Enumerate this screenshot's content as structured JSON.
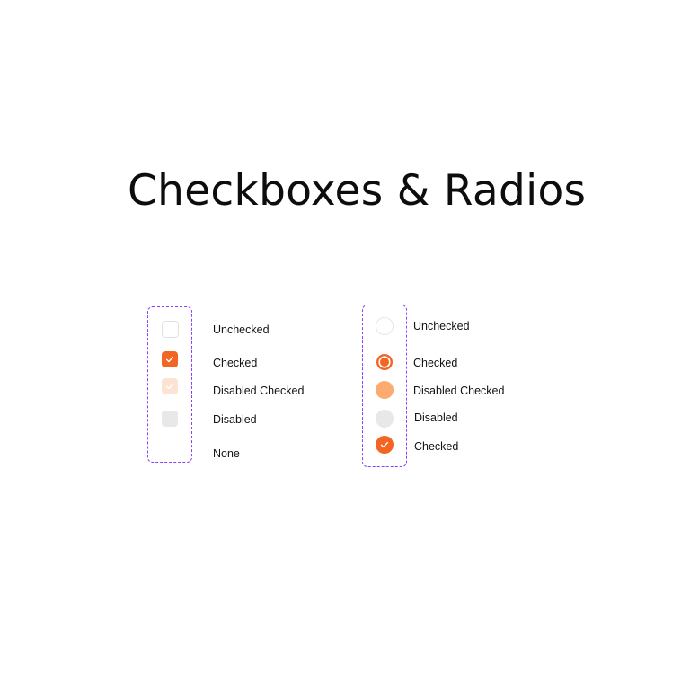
{
  "page": {
    "title": "Checkboxes & Radios"
  },
  "colors": {
    "accent": "#f26522",
    "accent_disabled_light": "#fde3d4",
    "accent_disabled_radio": "#fdab6e",
    "disabled_gray": "#e8e8e8",
    "border_light": "#e6e6e6",
    "frame": "#8a3ffc"
  },
  "checkboxes": {
    "items": [
      {
        "label": "Unchecked",
        "state": "unchecked",
        "icon": "checkbox-empty-icon"
      },
      {
        "label": "Checked",
        "state": "checked",
        "icon": "checkbox-checked-icon"
      },
      {
        "label": "Disabled Checked",
        "state": "disabled-checked",
        "icon": "checkbox-disabled-checked-icon"
      },
      {
        "label": "Disabled",
        "state": "disabled",
        "icon": "checkbox-disabled-icon"
      },
      {
        "label": "None",
        "state": "none",
        "icon": ""
      }
    ]
  },
  "radios": {
    "items": [
      {
        "label": "Unchecked",
        "state": "unchecked",
        "icon": "radio-empty-icon"
      },
      {
        "label": "Checked",
        "state": "checked",
        "icon": "radio-checked-icon"
      },
      {
        "label": "Disabled Checked",
        "state": "disabled-checked",
        "icon": "radio-disabled-checked-icon"
      },
      {
        "label": "Disabled",
        "state": "disabled",
        "icon": "radio-disabled-icon"
      },
      {
        "label": "Checked",
        "state": "checked-tick",
        "icon": "radio-check-tick-icon"
      }
    ]
  }
}
